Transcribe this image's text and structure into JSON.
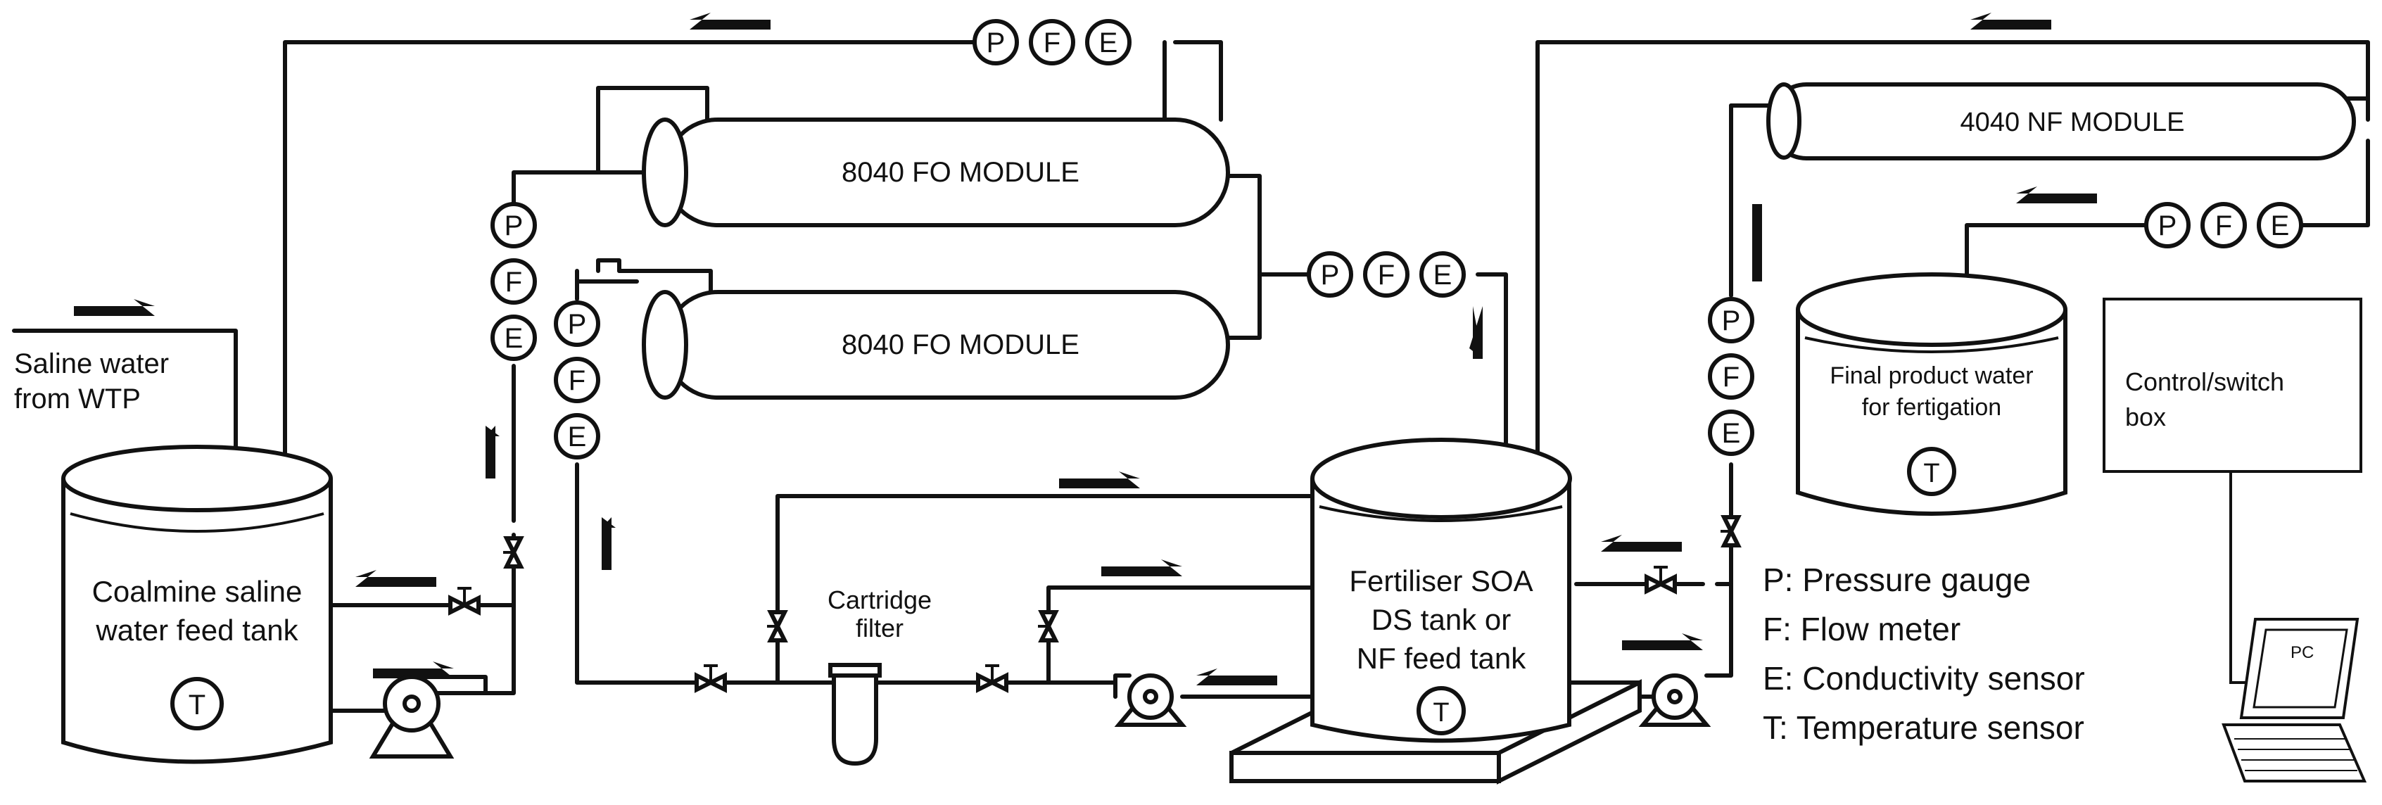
{
  "modules": {
    "fo_top": "8040 FO MODULE",
    "fo_bottom": "8040 FO MODULE",
    "nf": "4040 NF MODULE"
  },
  "inlet": {
    "line1": "Saline water",
    "line2": "from WTP"
  },
  "feed_tank": {
    "line1": "Coalmine saline",
    "line2": "water feed tank"
  },
  "ds_tank": {
    "line1": "Fertiliser SOA",
    "line2": "DS tank or",
    "line3": "NF feed tank"
  },
  "product_tank": {
    "line1": "Final product water",
    "line2": "for fertigation"
  },
  "cartridge": {
    "line1": "Cartridge",
    "line2": "filter"
  },
  "control_box": {
    "line1": "Control/switch",
    "line2": "box"
  },
  "pc_label": "PC",
  "instrument_letters": {
    "p": "P",
    "f": "F",
    "e": "E",
    "t": "T"
  },
  "legend": [
    "P: Pressure gauge",
    "F: Flow meter",
    "E: Conductivity sensor",
    "T: Temperature sensor"
  ]
}
